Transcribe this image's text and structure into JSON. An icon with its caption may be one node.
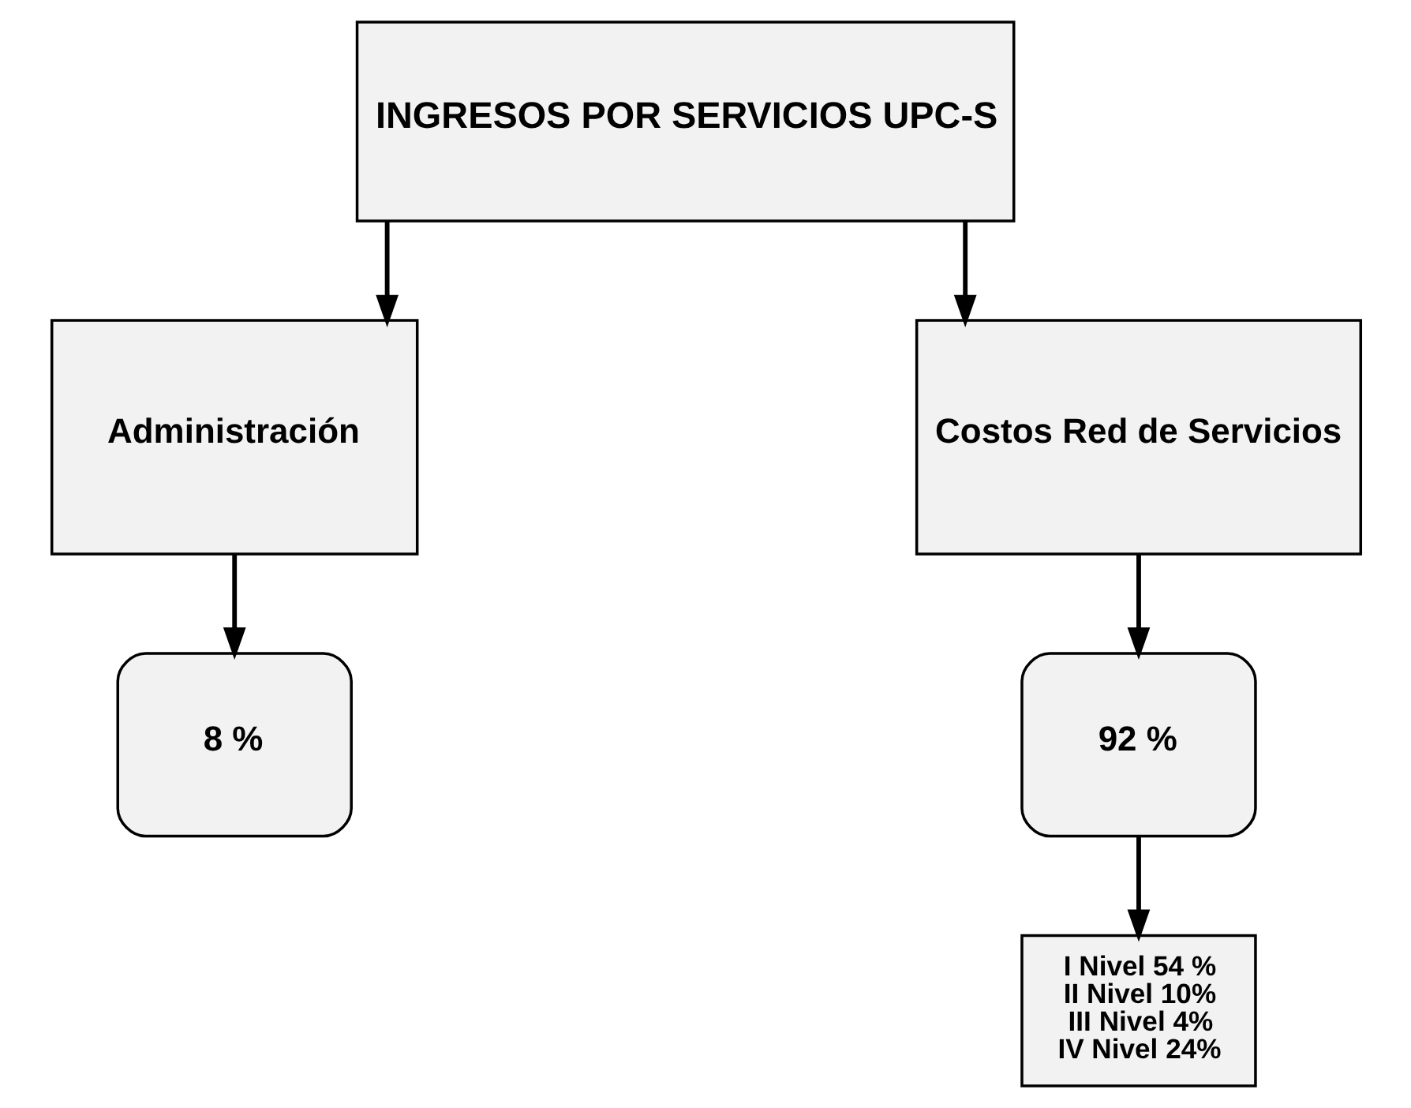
{
  "diagram": {
    "nodes": [
      {
        "text": [
          "INGRESOS POR SERVICIOS UPC-S"
        ]
      },
      {
        "text": [
          "Administración"
        ]
      },
      {
        "text": [
          "Costos Red de Servicios"
        ]
      },
      {
        "text": [
          "8 %"
        ]
      },
      {
        "text": [
          "92 %"
        ]
      },
      {
        "text": [
          "I Nivel 54 %",
          "II Nivel 10%",
          "III Nivel 4%",
          "IV Nivel 24%"
        ]
      }
    ],
    "edges": [
      {
        "from": 0,
        "to": 1,
        "arrow": "to"
      },
      {
        "from": 0,
        "to": 2,
        "arrow": "to"
      },
      {
        "from": 1,
        "to": 3,
        "arrow": "to"
      },
      {
        "from": 2,
        "to": 4,
        "arrow": "to"
      },
      {
        "from": 4,
        "to": 5,
        "arrow": "to"
      }
    ]
  }
}
